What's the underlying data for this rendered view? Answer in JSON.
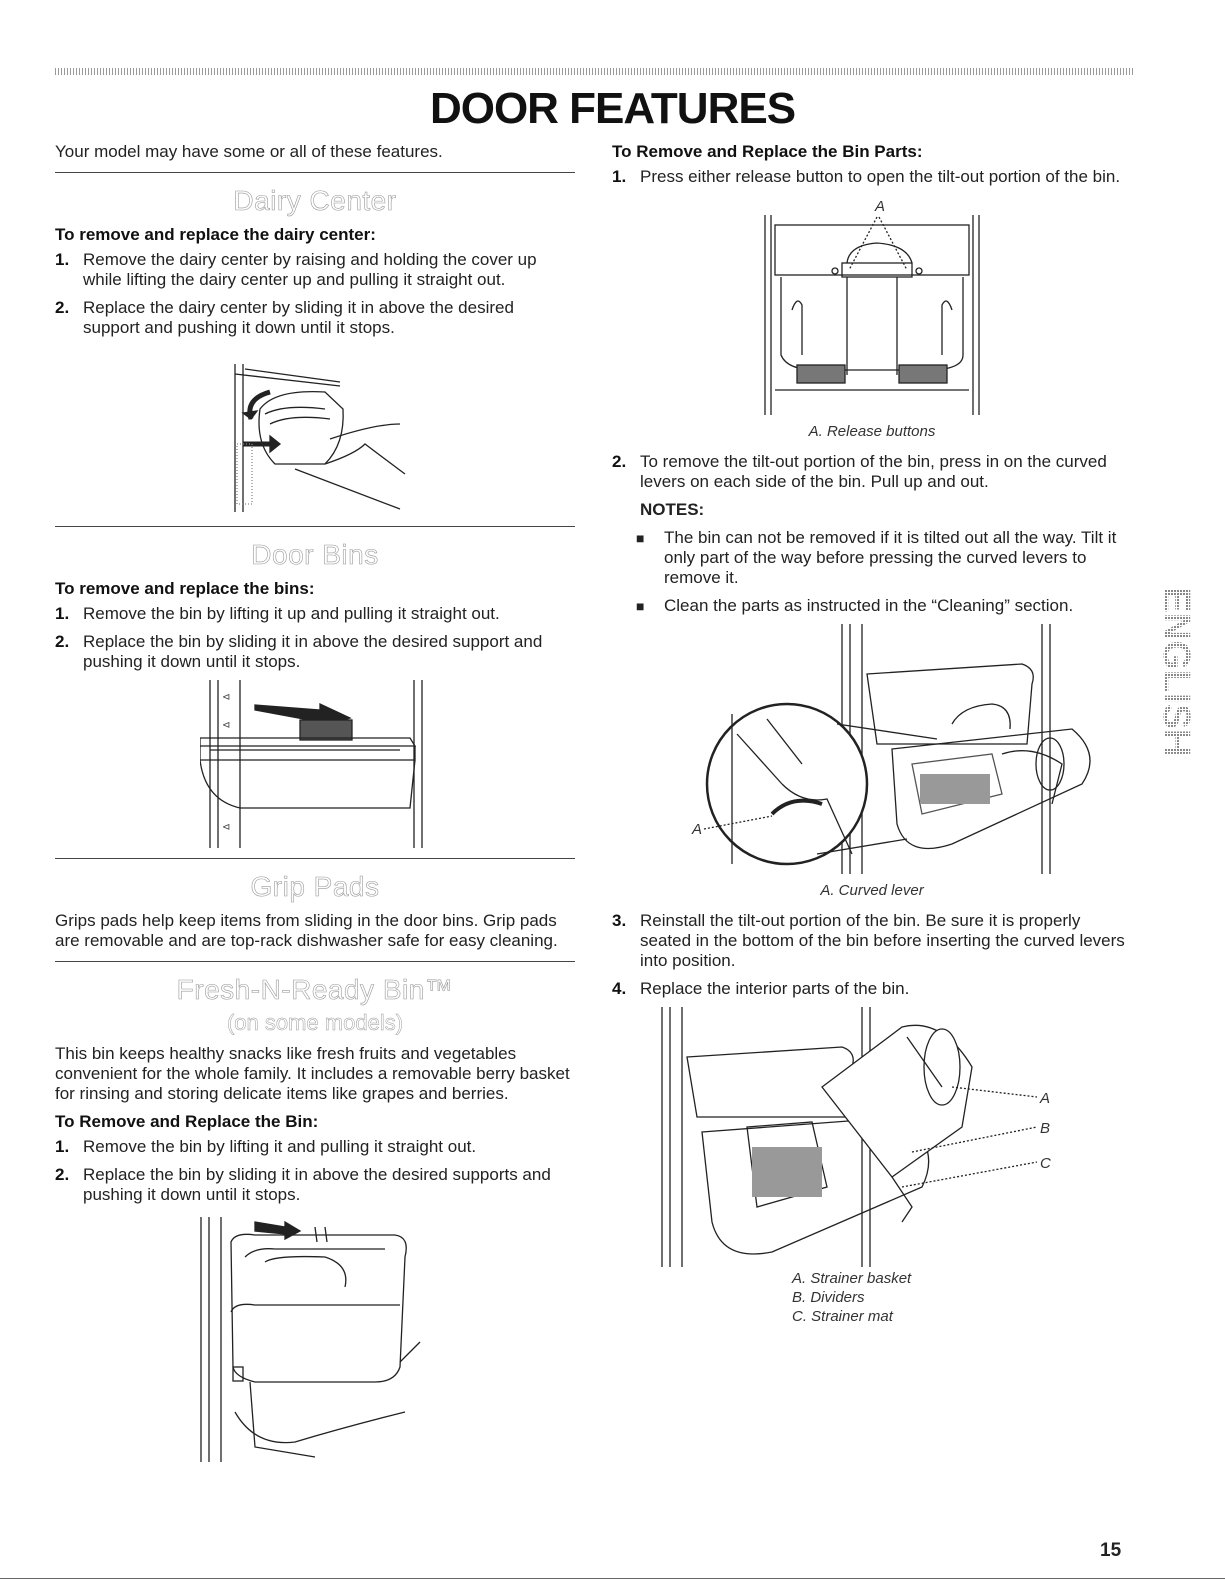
{
  "page_title": "DOOR FEATURES",
  "intro": "Your model may have some or all of these features.",
  "left": {
    "dairy": {
      "title": "Dairy Center",
      "subhead": "To remove and replace the dairy center:",
      "steps": [
        {
          "n": "1.",
          "text": "Remove the dairy center by raising and holding the cover up while lifting the dairy center up and pulling it straight out."
        },
        {
          "n": "2.",
          "text": "Replace the dairy center by sliding it in above the desired support and pushing it down until it stops."
        }
      ]
    },
    "bins": {
      "title": "Door Bins",
      "subhead": "To remove and replace the bins:",
      "steps": [
        {
          "n": "1.",
          "text": "Remove the bin by lifting it up and pulling it straight out."
        },
        {
          "n": "2.",
          "text": "Replace the bin by sliding it in above the desired support and pushing it down until it stops."
        }
      ]
    },
    "grip": {
      "title": "Grip Pads",
      "text": "Grips pads help keep items from sliding in the door bins. Grip pads are removable and are top-rack dishwasher safe for easy cleaning."
    },
    "fresh": {
      "title": "Fresh-N-Ready Bin™",
      "subtitle": "(on some models)",
      "text": "This bin keeps healthy snacks like fresh fruits and vegetables convenient for the whole family. It includes a removable berry basket for rinsing and storing delicate items like grapes and berries.",
      "subhead": "To Remove and Replace the Bin:",
      "steps": [
        {
          "n": "1.",
          "text": "Remove the bin by lifting it and pulling it straight out."
        },
        {
          "n": "2.",
          "text": "Replace the bin by sliding it in above the desired supports and pushing it down until it stops."
        }
      ]
    }
  },
  "right": {
    "subhead": "To Remove and Replace the Bin Parts:",
    "step1": {
      "n": "1.",
      "text": "Press either release button to open the tilt-out portion of the bin."
    },
    "fig1": {
      "label": "A",
      "caption": "A. Release buttons"
    },
    "step2": {
      "n": "2.",
      "text": "To remove the tilt-out portion of the bin, press in on the curved levers on each side of the bin. Pull up and out."
    },
    "notes_heading": "NOTES:",
    "notes": [
      {
        "b": "■",
        "text": "The bin can not be removed if it is tilted out all the way. Tilt it only part of the way before pressing the curved levers to remove it."
      },
      {
        "b": "■",
        "text": "Clean the parts as instructed in the “Cleaning” section."
      }
    ],
    "fig2": {
      "label": "A",
      "caption": "A. Curved lever"
    },
    "step3": {
      "n": "3.",
      "text": "Reinstall the tilt-out portion of the bin. Be sure it is properly seated in the bottom of the bin before inserting the curved levers into position."
    },
    "step4": {
      "n": "4.",
      "text": "Replace the interior parts of the bin."
    },
    "fig3": {
      "labels": [
        "A",
        "B",
        "C"
      ],
      "captions": [
        "A. Strainer basket",
        "B. Dividers",
        "C. Strainer mat"
      ]
    }
  },
  "side_tab": "ENGLISH",
  "page_number": "15"
}
